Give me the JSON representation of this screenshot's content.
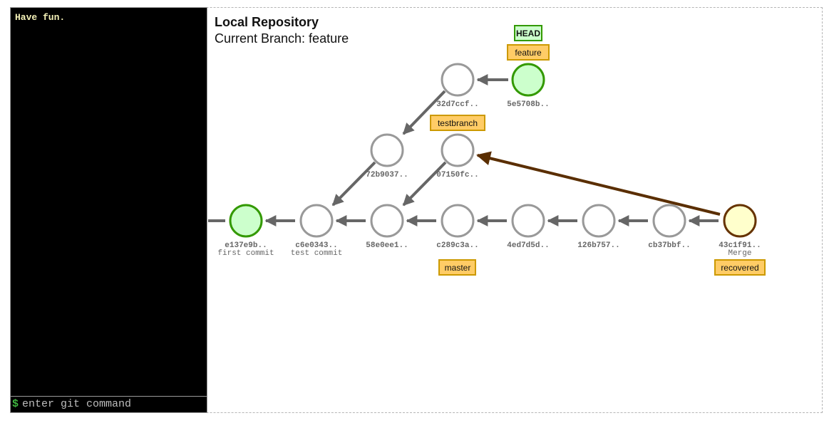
{
  "terminal": {
    "output": "Have fun.",
    "prompt": "$",
    "input_placeholder": "enter git command"
  },
  "repository": {
    "title": "Local Repository",
    "current_branch_text": "Current Branch: feature"
  },
  "colors": {
    "arrow": "#666666",
    "merge_arrow": "#5a2e00",
    "commit_stroke": "#999999",
    "head_commit_fill": "#ccffcc",
    "head_commit_stroke": "#339900",
    "merge_commit_fill": "#ffffcc",
    "merge_commit_stroke": "#663300",
    "branch_tag_fill": "#ffcc66",
    "branch_tag_stroke": "#cc9900",
    "head_tag_stroke": "#339900"
  },
  "commits": [
    {
      "sha": "e137e9b..",
      "message": "first commit",
      "style": "active"
    },
    {
      "sha": "c6e0343..",
      "message": "test commit",
      "style": "normal"
    },
    {
      "sha": "58e0ee1..",
      "message": "",
      "style": "normal"
    },
    {
      "sha": "c289c3a..",
      "message": "",
      "style": "normal"
    },
    {
      "sha": "4ed7d5d..",
      "message": "",
      "style": "normal"
    },
    {
      "sha": "126b757..",
      "message": "",
      "style": "normal"
    },
    {
      "sha": "cb37bbf..",
      "message": "",
      "style": "normal"
    },
    {
      "sha": "43c1f91..",
      "message": "Merge",
      "style": "merge"
    },
    {
      "sha": "72b9037..",
      "message": "",
      "style": "normal"
    },
    {
      "sha": "07150fc..",
      "message": "",
      "style": "normal"
    },
    {
      "sha": "32d7ccf..",
      "message": "",
      "style": "normal"
    },
    {
      "sha": "5e5708b..",
      "message": "",
      "style": "active"
    }
  ],
  "tags": [
    {
      "label": "HEAD",
      "kind": "head"
    },
    {
      "label": "feature",
      "kind": "branch"
    },
    {
      "label": "testbranch",
      "kind": "branch"
    },
    {
      "label": "master",
      "kind": "branch"
    },
    {
      "label": "recovered",
      "kind": "branch"
    }
  ]
}
